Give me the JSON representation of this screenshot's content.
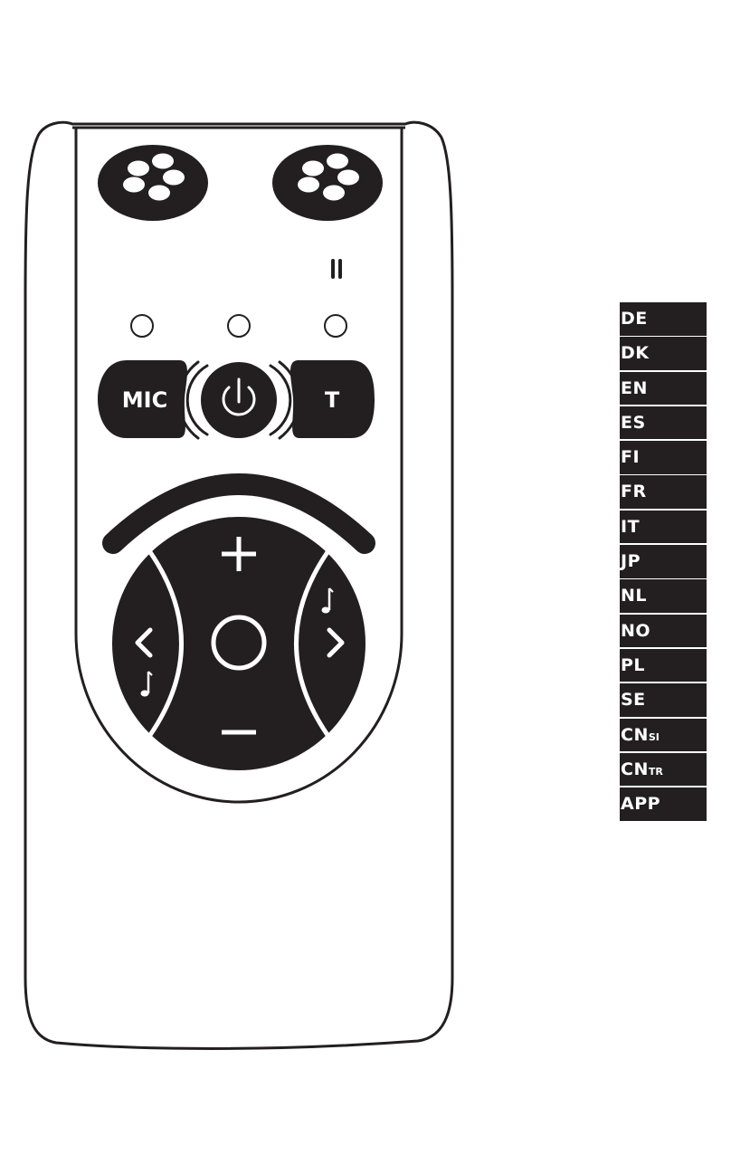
{
  "remote": {
    "mic_label": "MIC",
    "t_label": "T",
    "volume_up_symbol": "+",
    "volume_down_symbol": "−"
  },
  "language_tabs": [
    {
      "code": "DE",
      "sub": ""
    },
    {
      "code": "DK",
      "sub": ""
    },
    {
      "code": "EN",
      "sub": ""
    },
    {
      "code": "ES",
      "sub": ""
    },
    {
      "code": "FI",
      "sub": ""
    },
    {
      "code": "FR",
      "sub": ""
    },
    {
      "code": "IT",
      "sub": ""
    },
    {
      "code": "JP",
      "sub": ""
    },
    {
      "code": "NL",
      "sub": ""
    },
    {
      "code": "NO",
      "sub": ""
    },
    {
      "code": "PL",
      "sub": ""
    },
    {
      "code": "SE",
      "sub": ""
    },
    {
      "code": "CN",
      "sub": "SI"
    },
    {
      "code": "CN",
      "sub": "TR"
    },
    {
      "code": "APP",
      "sub": ""
    }
  ],
  "colors": {
    "ink": "#231f20",
    "paper": "#ffffff"
  }
}
